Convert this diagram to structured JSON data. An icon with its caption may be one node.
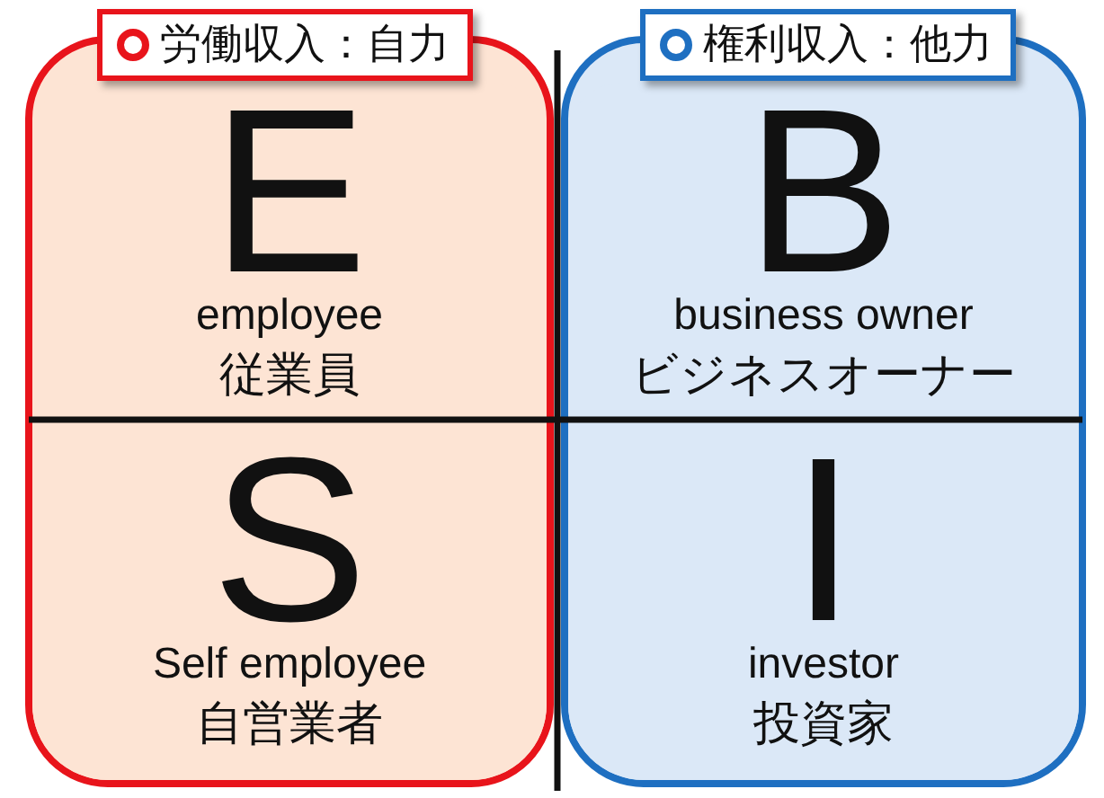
{
  "diagram": {
    "nodes": [
      {
        "text": [
          "労働収入：自力"
        ]
      },
      {
        "text": [
          "E",
          "employee",
          "従業員"
        ],
        "in": 0
      },
      {
        "text": [
          "S",
          "Self employee",
          "自営業者"
        ],
        "in": 0
      },
      {
        "text": [
          "権利収入：他力"
        ]
      },
      {
        "text": [
          "B",
          "business owner",
          "ビジネスオーナー"
        ],
        "in": 3
      },
      {
        "text": [
          "I",
          "investor",
          "投資家"
        ],
        "in": 3
      }
    ]
  }
}
